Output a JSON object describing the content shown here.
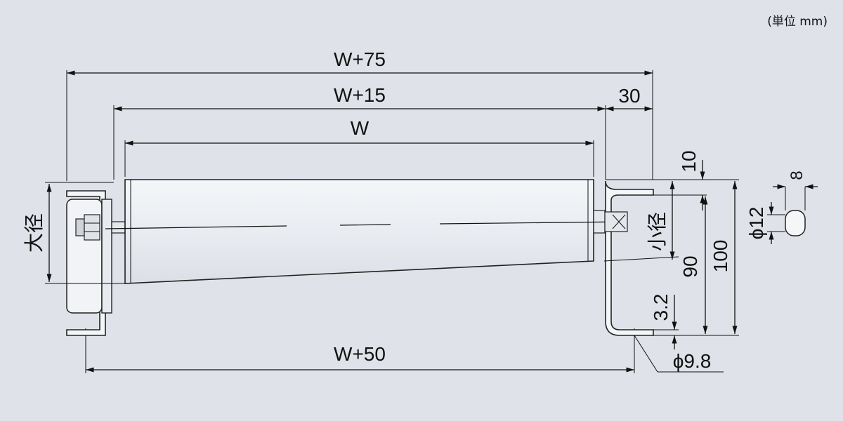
{
  "unit_note": "(単位 mm)",
  "dimensions": {
    "overall": "W+75",
    "between_brackets": "W+15",
    "roller_length": "W",
    "bracket_offset": "30",
    "hole_pitch": "W+50",
    "top_gap": "10",
    "height_inner": "90",
    "height_outer": "100",
    "plate_thickness": "3.2",
    "hole_diameter": "ϕ9.8",
    "shaft_diameter": "ϕ12",
    "shaft_flat": "8"
  },
  "labels": {
    "large_diameter": "大径",
    "small_diameter": "小径"
  },
  "colors": {
    "background": "#dfe2e8",
    "line": "#111111",
    "roller_fill": "#eceff3"
  }
}
